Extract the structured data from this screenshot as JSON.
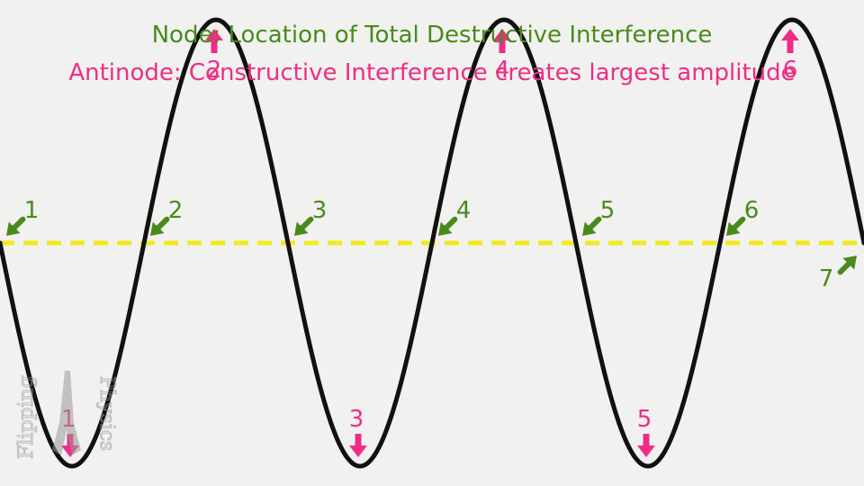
{
  "titles": {
    "node": "Node: Location of Total Destructive Interference",
    "antinode": "Antinode: Constructive Interference creates largest amplitude"
  },
  "colors": {
    "background": "#f1f1f0",
    "wave": "#111111",
    "equilibrium": "#f2ea1f",
    "node": "#4a8a1c",
    "antinode": "#ee2d86",
    "watermark": "#9a9a9a"
  },
  "nodes": [
    "1",
    "2",
    "3",
    "4",
    "5",
    "6",
    "7"
  ],
  "antinodes": [
    "1",
    "2",
    "3",
    "4",
    "5",
    "6"
  ],
  "watermark": "Flipping Physics"
}
